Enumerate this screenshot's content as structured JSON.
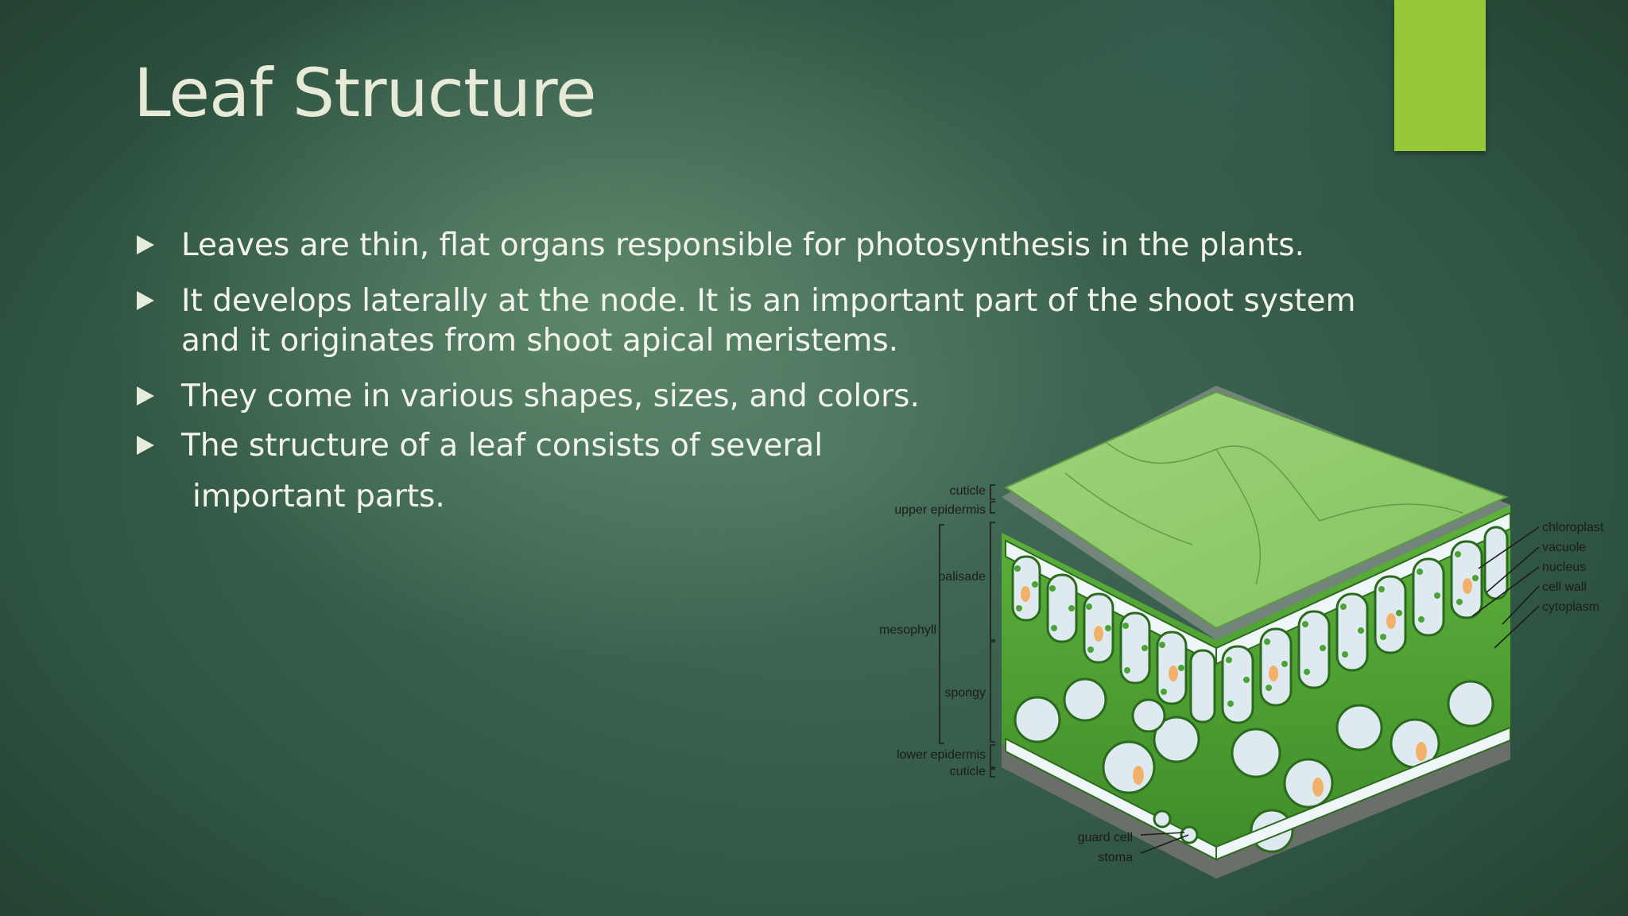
{
  "slide": {
    "title": "Leaf Structure",
    "accent_color": "#97c83a",
    "bullets": [
      {
        "text": "Leaves are thin, flat organs responsible for photosynthesis in the plants."
      },
      {
        "text": "It develops laterally at the node. It is an important part of the shoot system and it originates from shoot apical meristems."
      },
      {
        "text": "They come in various shapes, sizes, and colors."
      },
      {
        "line1": "The structure of a leaf consists of several",
        "line2": "important parts."
      }
    ]
  },
  "diagram": {
    "left_labels": {
      "cuticle_top": "cuticle",
      "upper_epidermis": "upper epidermis",
      "palisade": "palisade",
      "mesophyll": "mesophyll",
      "spongy": "spongy",
      "lower_epidermis": "lower epidermis",
      "cuticle_bottom": "cuticle",
      "guard_cell": "guard cell",
      "stoma": "stoma"
    },
    "right_labels": {
      "chloroplast": "chloroplast",
      "vacuole": "vacuole",
      "nucleus": "nucleus",
      "cell_wall": "cell wall",
      "cytoplasm": "cytoplasm"
    }
  }
}
